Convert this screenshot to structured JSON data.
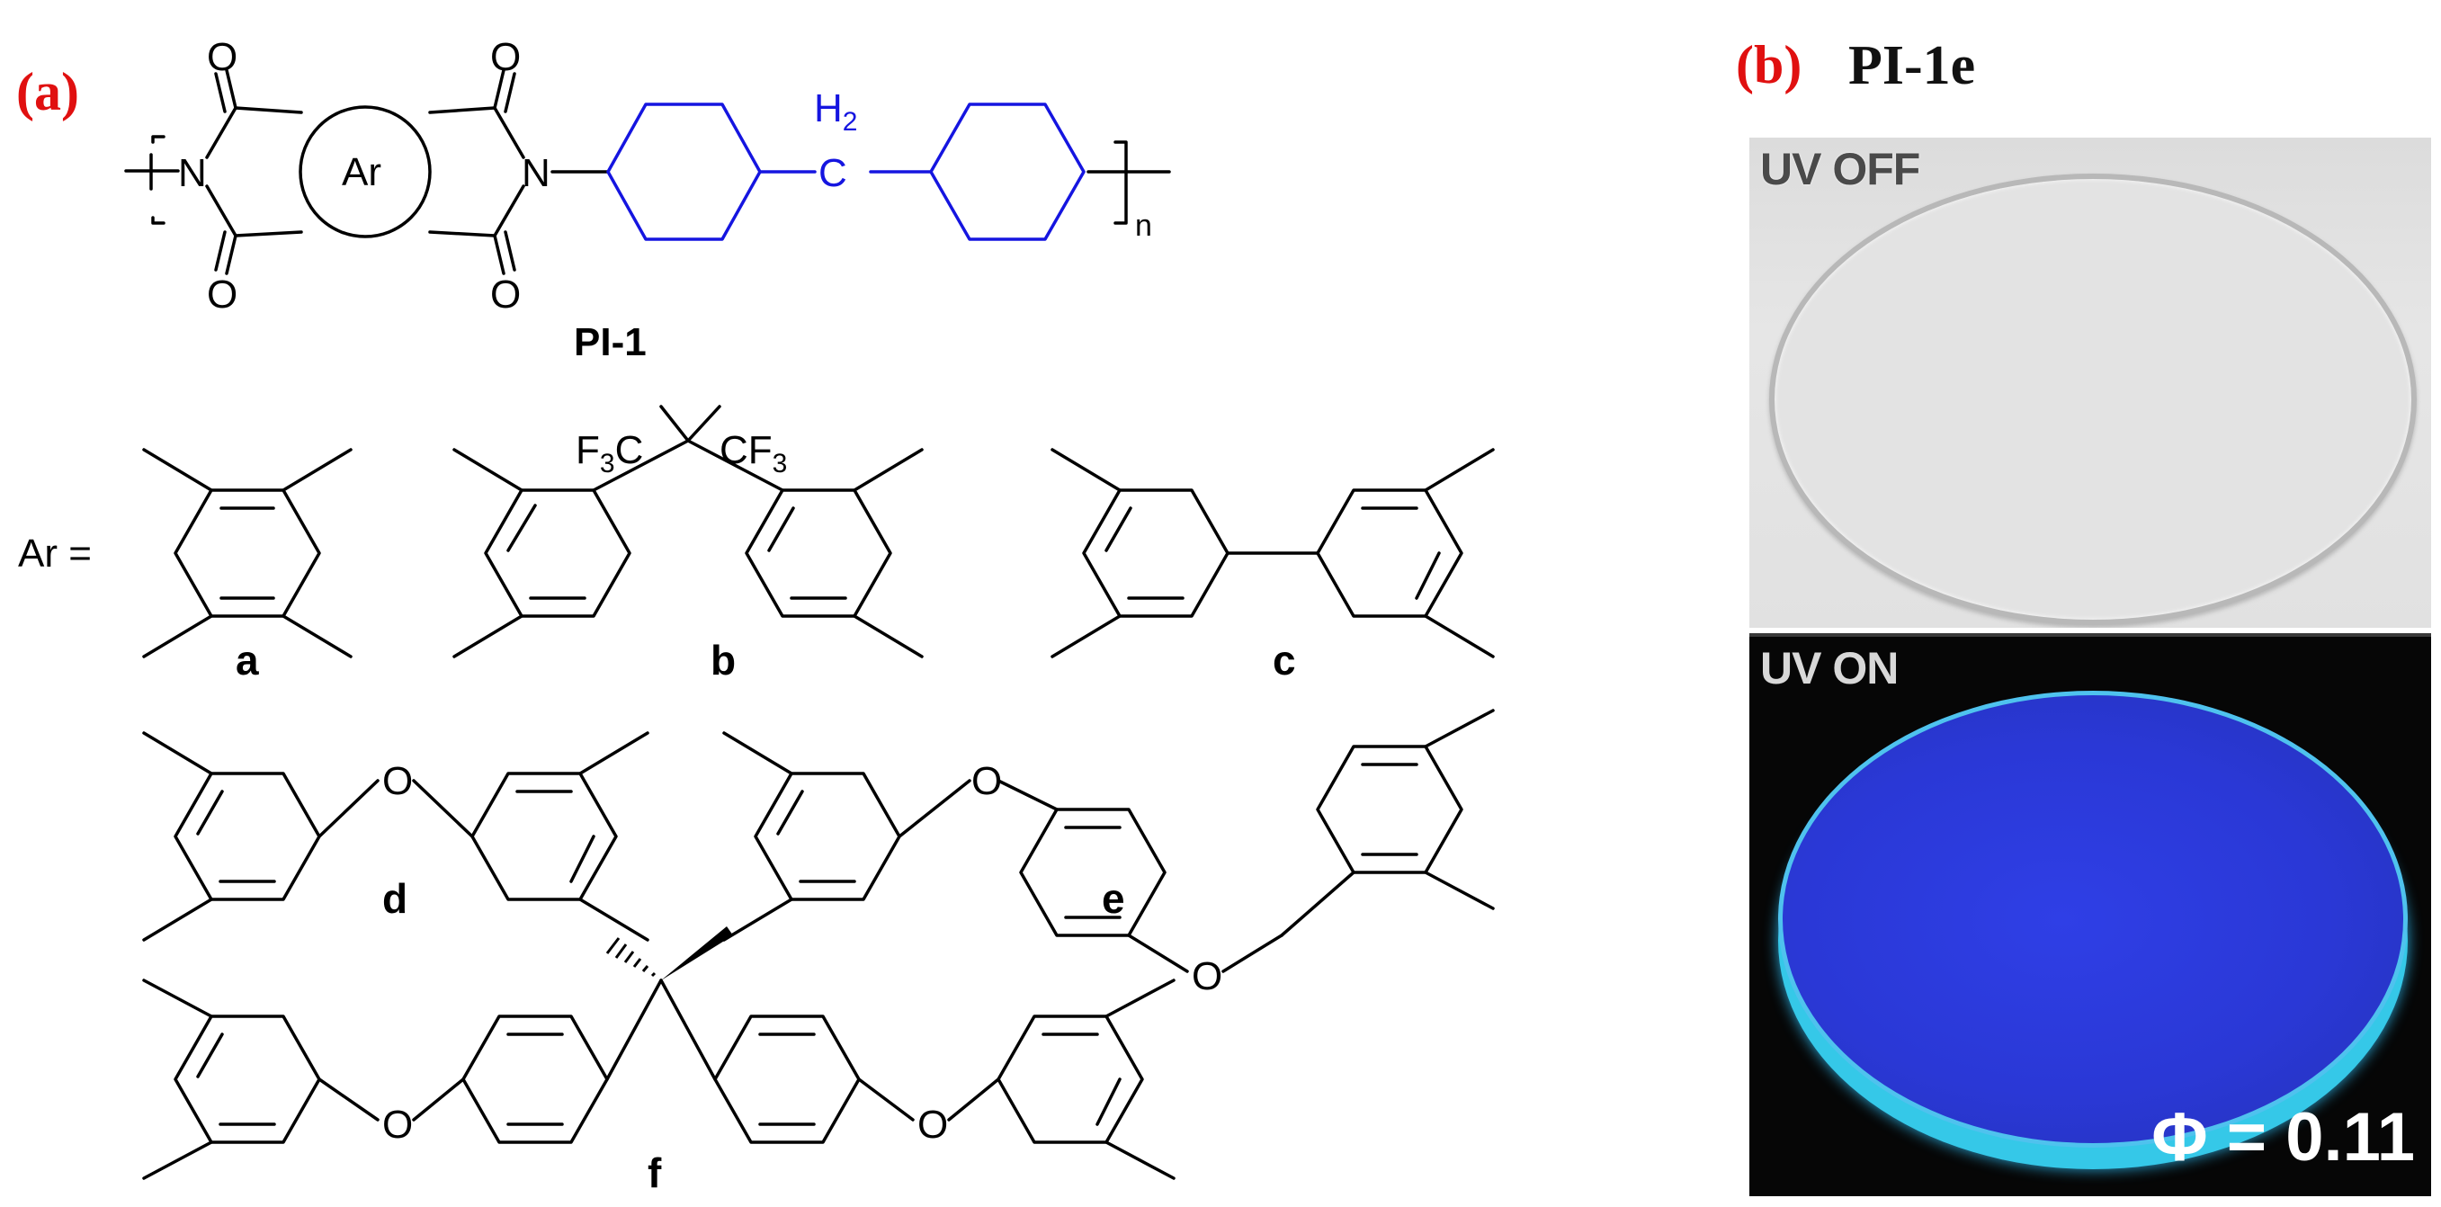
{
  "panel_a": {
    "label": "(a)",
    "polymer": {
      "name": "PI-1",
      "ar_atom": "Ar",
      "n_atom": "N",
      "o_atom": "O",
      "c_atom": "C",
      "h2_sub": "H2",
      "repeat_unit": "n",
      "linker_color": "#1515e0"
    },
    "ar_equals": "Ar =",
    "cf3_left": "F3C",
    "cf3_right": "CF3",
    "ether_o": "O",
    "structures": [
      {
        "label": "a"
      },
      {
        "label": "b"
      },
      {
        "label": "c"
      },
      {
        "label": "d"
      },
      {
        "label": "e"
      },
      {
        "label": "f"
      }
    ]
  },
  "panel_b": {
    "label": "(b)",
    "title": "PI-1e",
    "photo_off_label": "UV OFF",
    "photo_on_label": "UV ON",
    "quantum_yield_text": "Φ = 0.11",
    "label_color": "#e01010"
  }
}
